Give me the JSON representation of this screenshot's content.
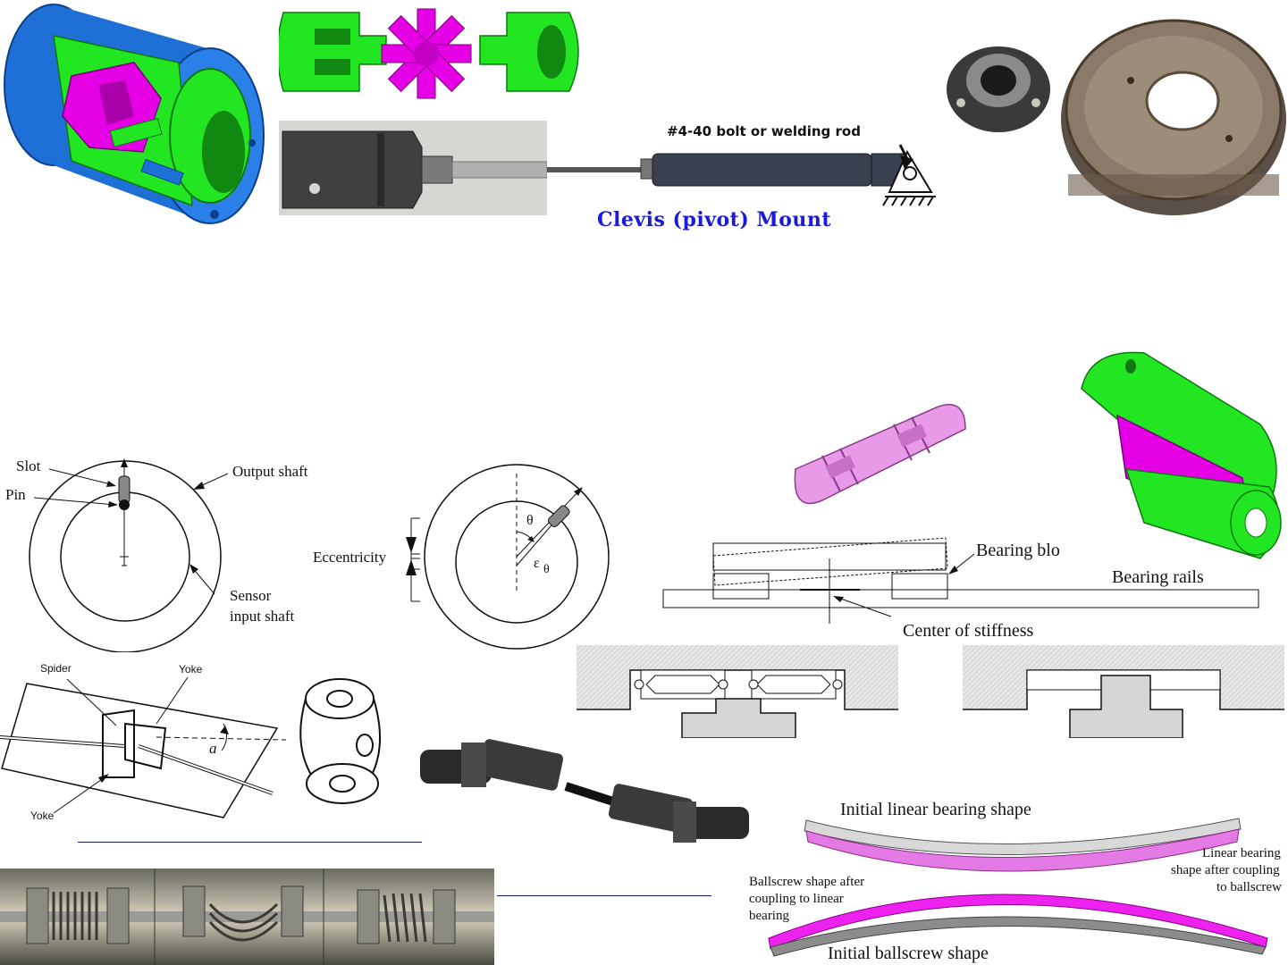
{
  "clevis": {
    "bolt_label": "#4-40 bolt or welding rod",
    "title": "Clevis (pivot) Mount"
  },
  "eccentricity_diagram": {
    "slot": "Slot",
    "pin": "Pin",
    "output_shaft": "Output shaft",
    "sensor_line1": "Sensor",
    "sensor_line2": "input shaft",
    "eccentricity": "Eccentricity",
    "theta": "θ",
    "eps": "ε",
    "eps_sub": "θ"
  },
  "bearing_block": {
    "block_label": "Bearing blo",
    "rails_label": "Bearing rails",
    "center_label": "Center of stiffness"
  },
  "universal_joint": {
    "spider": "Spider",
    "yoke_top": "Yoke",
    "yoke_bottom": "Yoke",
    "angle": "a"
  },
  "bending": {
    "initial_linear": "Initial linear bearing shape",
    "linear_after_1": "Linear bearing",
    "linear_after_2": "shape after coupling",
    "linear_after_3": "to ballscrew",
    "ballscrew_after_1": "Ballscrew shape after",
    "ballscrew_after_2": "coupling to linear",
    "ballscrew_after_3": "bearing",
    "initial_ballscrew": "Initial ballscrew shape"
  },
  "colors": {
    "green": "#22e622",
    "magenta": "#e600e6",
    "blue": "#1e6fd6",
    "pink": "#e89ae8",
    "label_blue": "#1a1adc"
  }
}
